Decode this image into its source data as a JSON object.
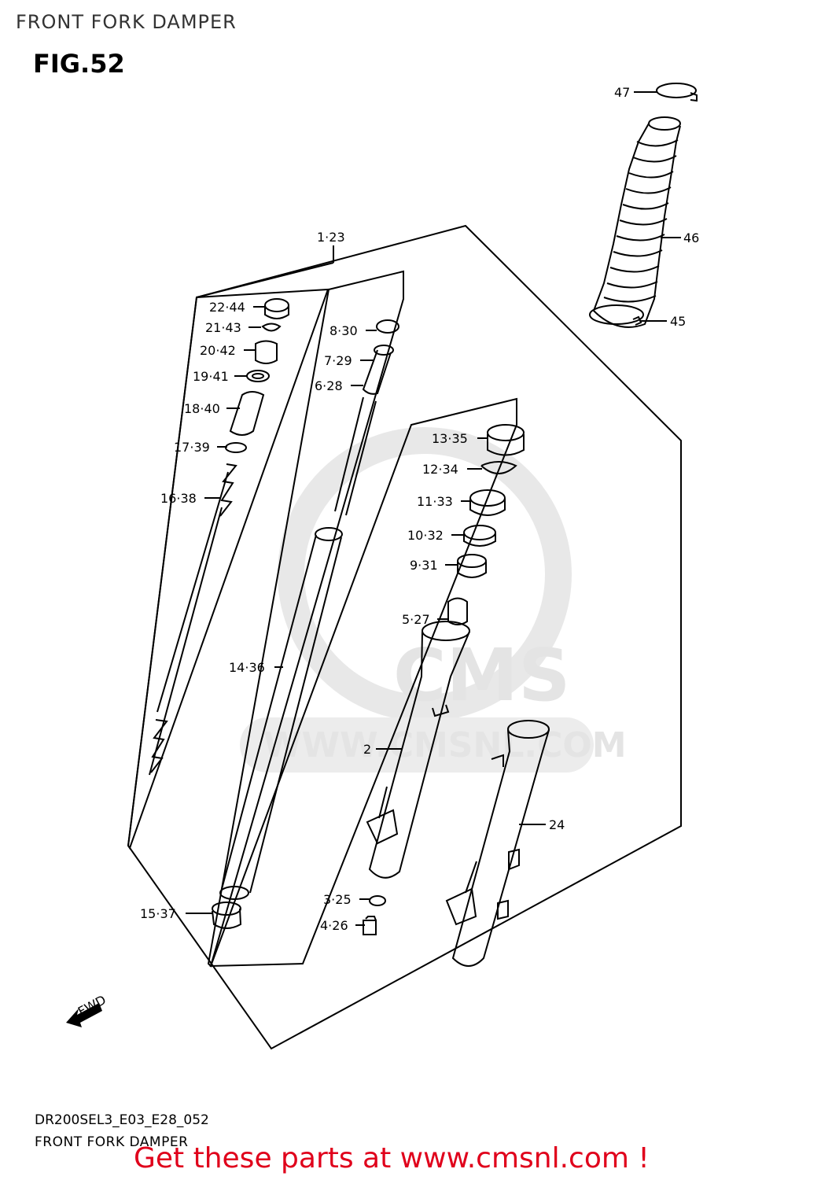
{
  "header": {
    "title": "FRONT FORK DAMPER"
  },
  "figure": {
    "number": "FIG.52"
  },
  "watermark": {
    "brand": "CMS",
    "url": "WWW.CMSNL.COM"
  },
  "fwd_label": "FWD",
  "parts": [
    {
      "id": "p1",
      "label": "1·23"
    },
    {
      "id": "p22",
      "label": "22·44"
    },
    {
      "id": "p21",
      "label": "21·43"
    },
    {
      "id": "p20",
      "label": "20·42"
    },
    {
      "id": "p19",
      "label": "19·41"
    },
    {
      "id": "p18",
      "label": "18·40"
    },
    {
      "id": "p17",
      "label": "17·39"
    },
    {
      "id": "p16",
      "label": "16·38"
    },
    {
      "id": "p14",
      "label": "14·36"
    },
    {
      "id": "p15",
      "label": "15·37"
    },
    {
      "id": "p8",
      "label": "8·30"
    },
    {
      "id": "p7",
      "label": "7·29"
    },
    {
      "id": "p6",
      "label": "6·28"
    },
    {
      "id": "p13",
      "label": "13·35"
    },
    {
      "id": "p12",
      "label": "12·34"
    },
    {
      "id": "p11",
      "label": "11·33"
    },
    {
      "id": "p10",
      "label": "10·32"
    },
    {
      "id": "p9",
      "label": "9·31"
    },
    {
      "id": "p5",
      "label": "5·27"
    },
    {
      "id": "p2",
      "label": "2"
    },
    {
      "id": "p24",
      "label": "24"
    },
    {
      "id": "p3",
      "label": "3·25"
    },
    {
      "id": "p4",
      "label": "4·26"
    },
    {
      "id": "p47",
      "label": "47"
    },
    {
      "id": "p46",
      "label": "46"
    },
    {
      "id": "p45",
      "label": "45"
    }
  ],
  "footer": {
    "code": "DR200SEL3_E03_E28_052",
    "caption": "FRONT FORK DAMPER",
    "promo": "Get these parts at www.cmsnl.com !"
  },
  "colors": {
    "promo": "#e0001b",
    "watermark": "#e4e4e4",
    "line": "#000000"
  }
}
